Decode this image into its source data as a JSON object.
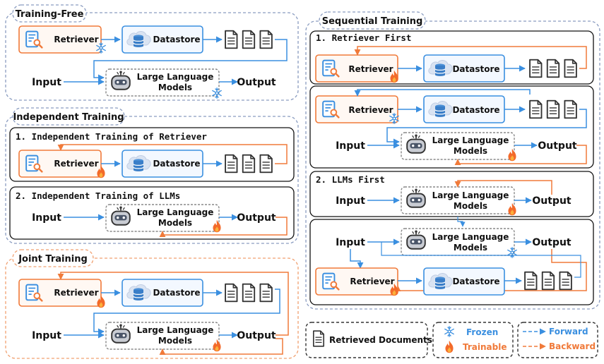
{
  "colors": {
    "forward": "#3a8fe0",
    "backward": "#f07a3a",
    "retriever_border": "#f07a3a",
    "datastore_border": "#3a8fe0",
    "llm_border": "#888888",
    "panel_dash_gray": "#8a9cc0",
    "panel_dash_orange": "#f0a070"
  },
  "icons": [
    "document-search-icon",
    "cloud-database-icon",
    "documents-icon",
    "robot-icon",
    "snowflake-icon",
    "flame-icon"
  ],
  "training_free": {
    "title": "Training-Free",
    "retriever": "Retriever",
    "datastore": "Datastore",
    "input": "Input",
    "llm_line1": "Large Language",
    "llm_line2": "Models",
    "output": "Output"
  },
  "independent": {
    "title": "Independent Training",
    "sub1": "1. Independent Training of Retriever",
    "retriever": "Retriever",
    "datastore": "Datastore",
    "sub2": "2. Independent Training of LLMs",
    "input": "Input",
    "llm_line1": "Large Language",
    "llm_line2": "Models",
    "output": "Output"
  },
  "joint": {
    "title": "Joint Training",
    "retriever": "Retriever",
    "datastore": "Datastore",
    "input": "Input",
    "llm_line1": "Large Language",
    "llm_line2": "Models",
    "output": "Output"
  },
  "sequential": {
    "title": "Sequential Training",
    "sub1": "1. Retriever First",
    "a_retriever": "Retriever",
    "a_datastore": "Datastore",
    "b_retriever": "Retriever",
    "b_datastore": "Datastore",
    "b_input": "Input",
    "b_llm_line1": "Large Language",
    "b_llm_line2": "Models",
    "b_output": "Output",
    "sub2": "2. LLMs First",
    "c_input": "Input",
    "c_llm_line1": "Large Language",
    "c_llm_line2": "Models",
    "c_output": "Output",
    "d_input": "Input",
    "d_llm_line1": "Large Language",
    "d_llm_line2": "Models",
    "d_output": "Output",
    "d_retriever": "Retriever",
    "d_datastore": "Datastore"
  },
  "legend": {
    "retrieved_documents": "Retrieved Documents",
    "frozen": "Frozen",
    "trainable": "Trainable",
    "forward": "Forward",
    "backward": "Backward"
  }
}
